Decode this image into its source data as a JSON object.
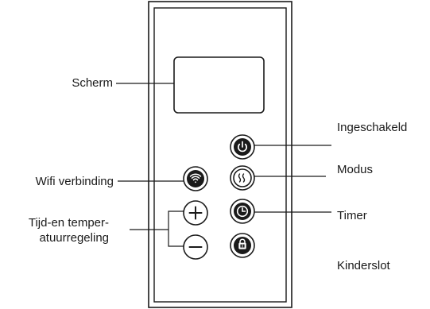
{
  "labels": {
    "screen": "Scherm",
    "power": "Ingeschakeld",
    "wifi": "Wifi verbinding",
    "mode": "Modus",
    "time_temp_line1": "Tijd-en temper-",
    "time_temp_line2": "atuurregeling",
    "timer": "Timer",
    "child_lock": "Kinderslot"
  },
  "icons": {
    "power": "power-icon",
    "wifi": "wifi-icon",
    "mode": "heat-waves-icon",
    "plus": "plus-icon",
    "minus": "minus-icon",
    "timer": "clock-icon",
    "child_lock": "lock-icon"
  },
  "colors": {
    "line": "#1a1a1a",
    "background": "#ffffff"
  }
}
